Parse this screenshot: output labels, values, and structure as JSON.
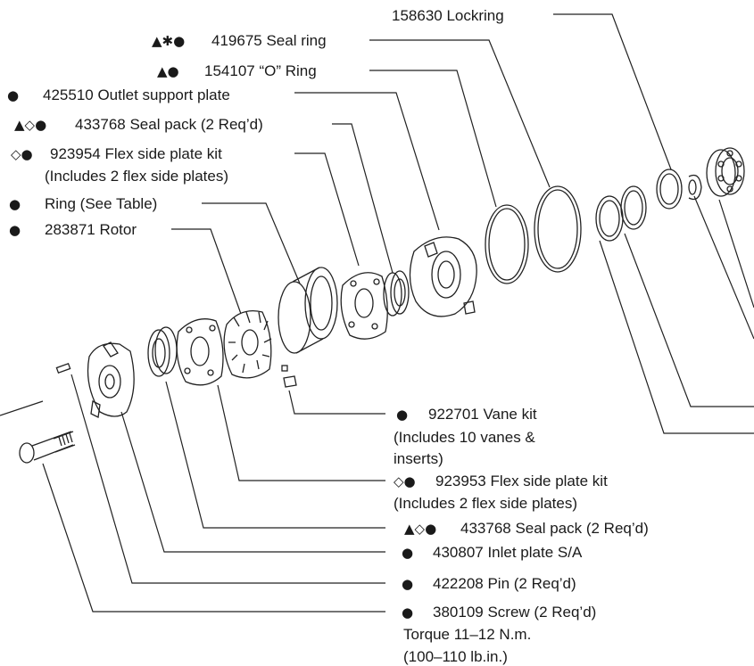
{
  "callouts_top": [
    {
      "id": "lockring",
      "symbols": "",
      "text": "158630 Lockring"
    },
    {
      "id": "seal-ring",
      "symbols": "▲✱●",
      "text": "419675 Seal ring"
    },
    {
      "id": "o-ring",
      "symbols": "▲●",
      "text": "154107 “O” Ring"
    },
    {
      "id": "outlet-support",
      "symbols": "●",
      "text": "425510 Outlet support plate"
    },
    {
      "id": "seal-pack-top",
      "symbols": "▲◇●",
      "text": "433768 Seal pack (2 Req’d)"
    },
    {
      "id": "flex-kit-top",
      "symbols": "◇●",
      "text": "923954 Flex side plate kit",
      "sub": "(Includes 2 flex side plates)"
    },
    {
      "id": "ring",
      "symbols": "●",
      "text": "Ring (See Table)"
    },
    {
      "id": "rotor",
      "symbols": "●",
      "text": "283871 Rotor"
    }
  ],
  "callouts_bottom": [
    {
      "id": "vane-kit",
      "symbols": "●",
      "text": "922701 Vane kit",
      "sub": "(Includes 10 vanes &",
      "sub2": "inserts)"
    },
    {
      "id": "flex-kit-bottom",
      "symbols": "◇●",
      "text": "923953 Flex side plate kit",
      "sub": "(Includes 2 flex side plates)"
    },
    {
      "id": "seal-pack-bottom",
      "symbols": "▲◇●",
      "text": "433768 Seal pack (2 Req’d)"
    },
    {
      "id": "inlet-plate",
      "symbols": "●",
      "text": "430807 Inlet plate S/A"
    },
    {
      "id": "pin",
      "symbols": "●",
      "text": "422208 Pin (2 Req’d)"
    },
    {
      "id": "screw",
      "symbols": "●",
      "text": "380109 Screw (2 Req’d)",
      "sub": "Torque 11–12  N.m.",
      "sub2": "(100–110  lb.in.)"
    }
  ],
  "colors": {
    "line": "#222222",
    "text": "#1a1a1a",
    "background": "#ffffff"
  }
}
